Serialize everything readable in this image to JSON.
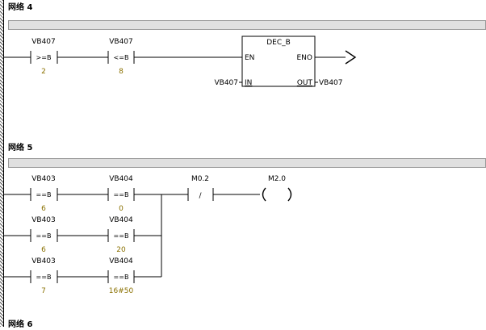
{
  "networks": [
    {
      "title": "网络 4",
      "contacts": [
        {
          "address": "VB407",
          "operator": ">=B",
          "value": "2"
        },
        {
          "address": "VB407",
          "operator": "<=B",
          "value": "8"
        }
      ],
      "box": {
        "name": "DEC_B",
        "pins": {
          "en": "EN",
          "eno": "ENO",
          "in": "IN",
          "out": "OUT"
        },
        "in_operand": "VB407",
        "out_operand": "VB407"
      }
    },
    {
      "title": "网络 5",
      "rows": [
        {
          "contacts": [
            {
              "address": "VB403",
              "operator": "==B",
              "value": "6"
            },
            {
              "address": "VB404",
              "operator": "==B",
              "value": "0"
            }
          ]
        },
        {
          "contacts": [
            {
              "address": "VB403",
              "operator": "==B",
              "value": "6"
            },
            {
              "address": "VB404",
              "operator": "==B",
              "value": "20"
            }
          ]
        },
        {
          "contacts": [
            {
              "address": "VB403",
              "operator": "==B",
              "value": "7"
            },
            {
              "address": "VB404",
              "operator": "==B",
              "value": "16#50"
            }
          ]
        }
      ],
      "nc_contact": {
        "address": "M0.2",
        "symbol": "/"
      },
      "coil": {
        "address": "M2.0"
      }
    },
    {
      "title": "网络 6"
    }
  ],
  "colors": {
    "wire": "#000000",
    "operand_value": "#8a7000",
    "comment_bar": "#e0e0e0"
  }
}
